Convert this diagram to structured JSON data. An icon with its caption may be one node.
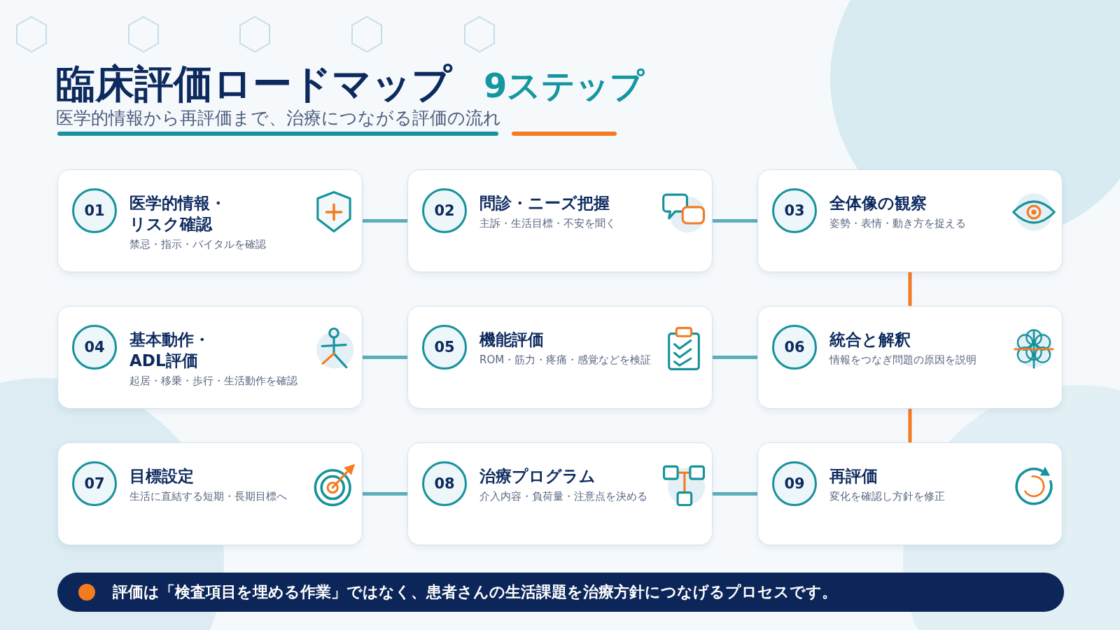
{
  "diagram": {
    "title": "臨床評価ロードマップ",
    "nodes": [
      {
        "text": [
          "医学的情報・リスク確認",
          "禁忌・指示・バイタルを確認"
        ]
      },
      {
        "text": [
          "01"
        ],
        "in": 0
      },
      {
        "text": [
          "問診・ニーズ把握",
          "主訴・生活目標・不安を聞く"
        ]
      },
      {
        "text": [
          "02"
        ],
        "in": 2
      },
      {
        "text": [
          "全体像の観察",
          "姿勢・表情・動き方を捉える"
        ]
      },
      {
        "text": [
          "03"
        ],
        "in": 4
      },
      {
        "text": [
          "基本動作・ADL評価",
          "起居・移乗・歩行・生活動作を確認"
        ]
      },
      {
        "text": [
          "04"
        ],
        "in": 6
      },
      {
        "text": [
          "機能評価",
          "ROM・筋力・疼痛・感覚などを検証"
        ]
      },
      {
        "text": [
          "05"
        ],
        "in": 8
      },
      {
        "text": [
          "統合と解釈",
          "情報をつなぎ問題の原因を説明"
        ]
      },
      {
        "text": [
          "06"
        ],
        "in": 10
      },
      {
        "text": [
          "目標設定",
          "生活に直結する短期・長期目標へ"
        ]
      },
      {
        "text": [
          "07"
        ],
        "in": 12
      },
      {
        "text": [
          "治療プログラム",
          "介入内容・負荷量・注意点を決める"
        ]
      },
      {
        "text": [
          "08"
        ],
        "in": 14
      },
      {
        "text": [
          "再評価",
          "変化を確認し方針を修正"
        ]
      },
      {
        "text": [
          "09"
        ],
        "in": 16
      },
      {
        "text": [
          "評価は「検査項目を埋める作業」ではなく、患者さんの生活課題を治療方針につなげるプロセスです。"
        ]
      }
    ],
    "edges": [
      {
        "from": 0,
        "to": 2,
        "arrow": "none"
      },
      {
        "from": 2,
        "to": 4,
        "arrow": "none"
      },
      {
        "from": 4,
        "to": 10,
        "arrow": "none",
        "color": "#f47b20"
      },
      {
        "from": 6,
        "to": 8,
        "arrow": "none"
      },
      {
        "from": 8,
        "to": 10,
        "arrow": "none"
      },
      {
        "from": 10,
        "to": 16,
        "arrow": "none",
        "color": "#f47b20"
      },
      {
        "from": 12,
        "to": 14,
        "arrow": "none"
      },
      {
        "from": 14,
        "to": 16,
        "arrow": "none"
      }
    ],
    "labels": [
      "9ステップ",
      "医学的情報から再評価まで、治療につながる評価の流れ"
    ]
  }
}
